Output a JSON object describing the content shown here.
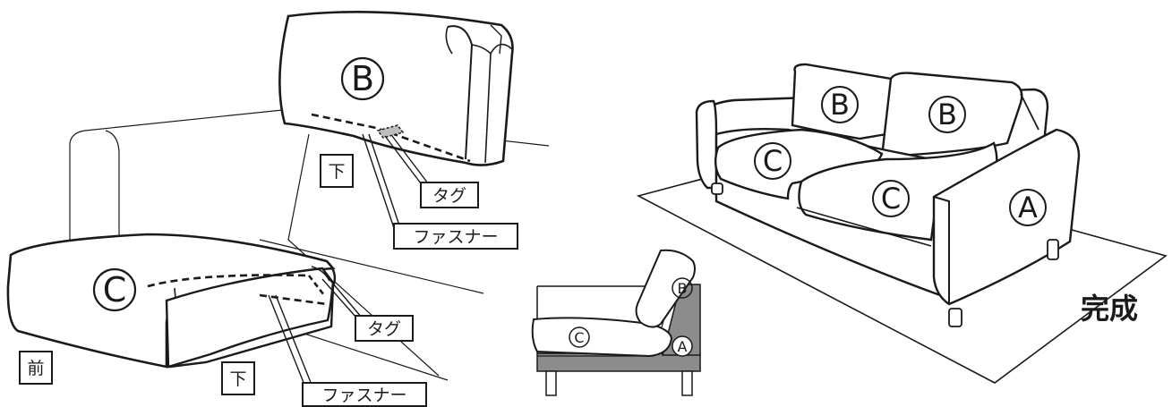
{
  "labels": {
    "tag": "タグ",
    "fastener": "ファスナー",
    "bottom": "下",
    "front": "前",
    "complete": "完成"
  },
  "parts": {
    "a": "A",
    "b": "B",
    "c": "C"
  },
  "colors": {
    "line": "#1a1a1a",
    "side_panel": "#8c8c8c",
    "tag_fill": "#bdbdbd",
    "background": "#ffffff"
  }
}
